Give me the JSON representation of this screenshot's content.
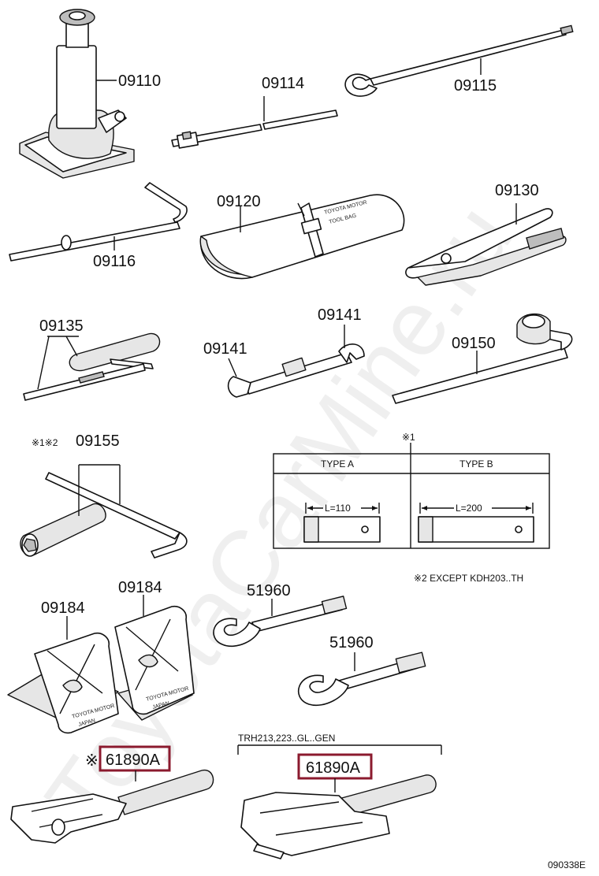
{
  "watermark": "ToyotaCarMine.ru",
  "parts": {
    "jack": "09110",
    "jack_handle": "09114",
    "hook_rod": "09115",
    "handle_bar": "09116",
    "tool_bag": "09120",
    "pliers": "09130",
    "screwdriver": "09135",
    "wrench_upper": "09141",
    "wrench_lower": "09141",
    "lug_wrench": "09150",
    "socket_wrench": "09155",
    "chock_left": "09184",
    "chock_right": "09184",
    "tow_hook_upper": "51960",
    "tow_hook_lower": "51960",
    "tool_left": "61890A",
    "tool_right": "61890A"
  },
  "notes": {
    "socket_prefix": "※1※2",
    "table_ref": "※1",
    "except_note": "※2 EXCEPT KDH203..TH",
    "tool_left_prefix": "※",
    "tool_right_group": "TRH213,223..GL..GEN"
  },
  "type_table": {
    "headers": [
      "TYPE A",
      "TYPE B"
    ],
    "lengths": [
      "L=110",
      "L=200"
    ]
  },
  "bag_text": [
    "TOYOTA MOTOR",
    "TOOL BAG"
  ],
  "chock_text": "TOYOTA MOTOR",
  "chock_text_sub": "JAPAN",
  "diagram_code": "090338E",
  "colors": {
    "highlight": "#8b1a2e",
    "line": "#111111"
  }
}
